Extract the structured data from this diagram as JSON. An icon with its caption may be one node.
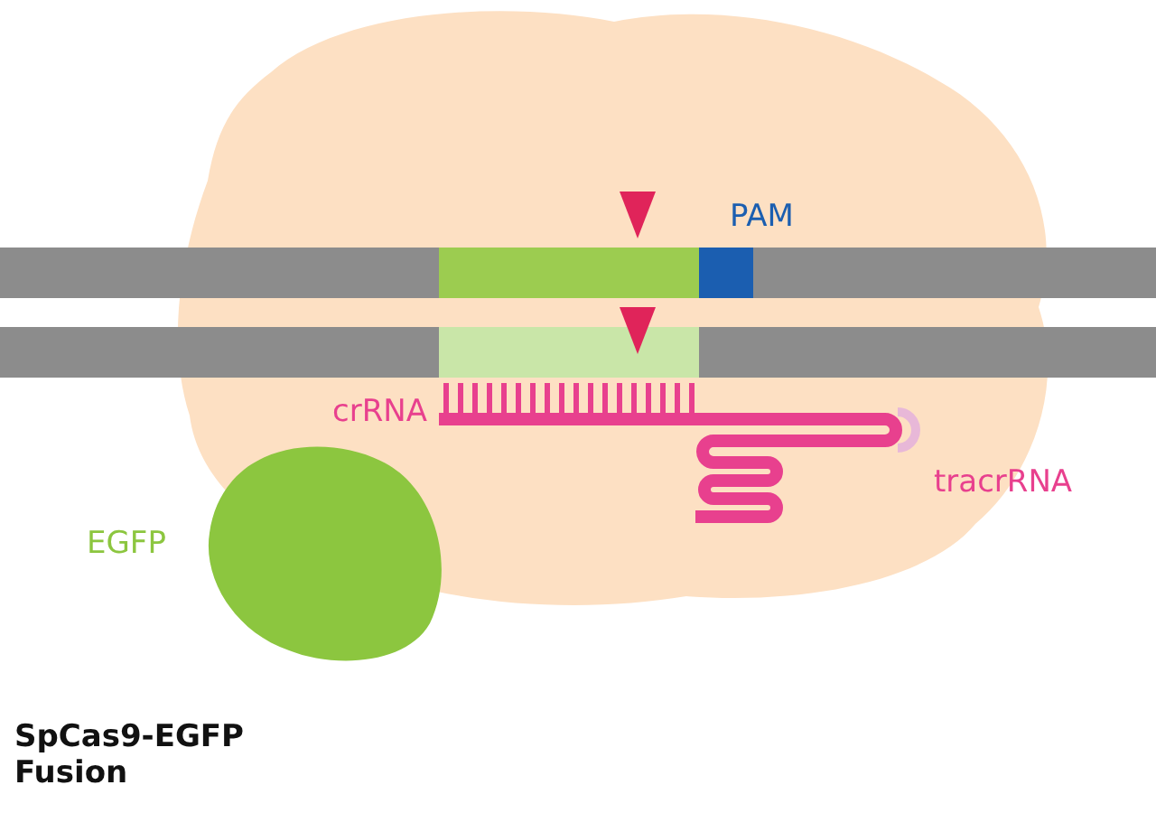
{
  "diagram": {
    "caption": "SpCas9-EGFP Fusion",
    "labels": [
      "PAM",
      "crRNA",
      "tracrRNA",
      "EGFP"
    ]
  }
}
